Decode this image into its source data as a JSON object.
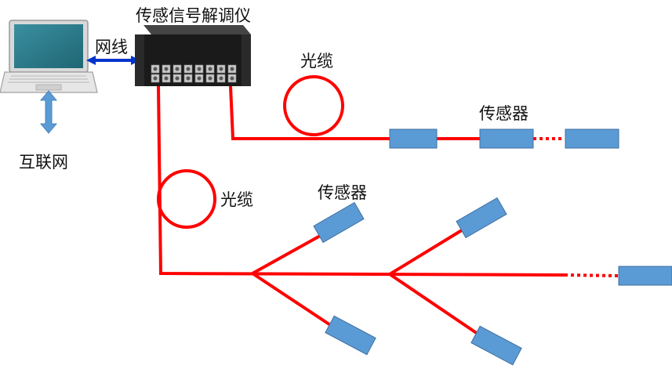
{
  "labels": {
    "demodulator": "传感信号解调仪",
    "network_cable": "网线",
    "internet": "互联网",
    "cable_top": "光缆",
    "cable_left": "光缆",
    "sensor_top": "传感器",
    "sensor_mid": "传感器"
  },
  "colors": {
    "fiber": "#ff0000",
    "sensor_fill": "#5b9bd5",
    "sensor_stroke": "#3f6fa0",
    "arrow_cable": "#0033cc",
    "arrow_internet": "#5b9bd5",
    "device_body": "#1a1a1a"
  },
  "icons": {
    "computer": "laptop-icon",
    "demodulator": "fiber-interrogator-device-icon"
  }
}
